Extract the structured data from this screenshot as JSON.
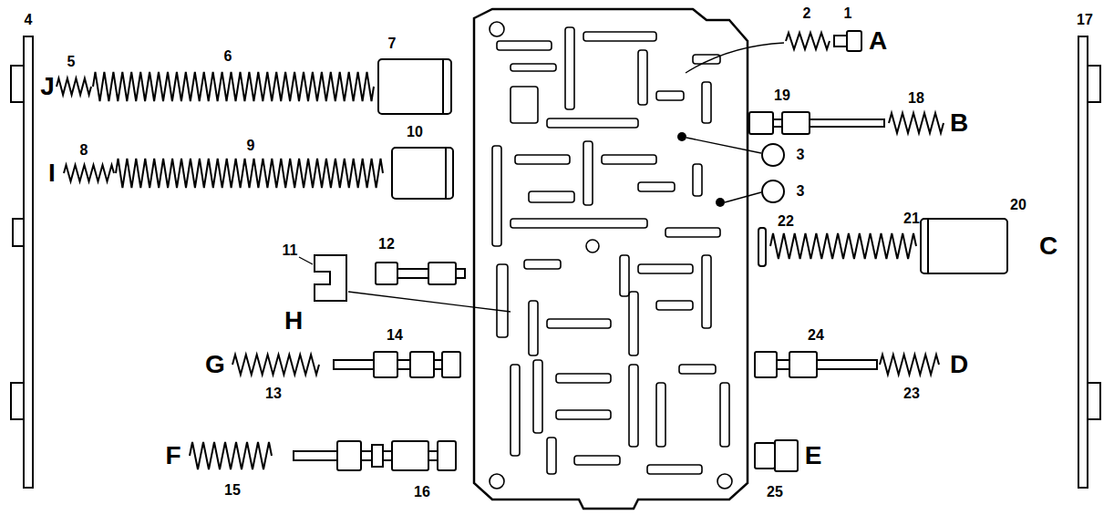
{
  "diagram": {
    "labels": [
      "4",
      "J",
      "5",
      "6",
      "7",
      "2",
      "1",
      "A",
      "17",
      "19",
      "18",
      "B",
      "3",
      "3",
      "I",
      "8",
      "9",
      "10",
      "20",
      "C",
      "12",
      "11",
      "H",
      "22",
      "21",
      "G",
      "13",
      "14",
      "24",
      "23",
      "D",
      "F",
      "15",
      "16",
      "E",
      "25"
    ]
  }
}
